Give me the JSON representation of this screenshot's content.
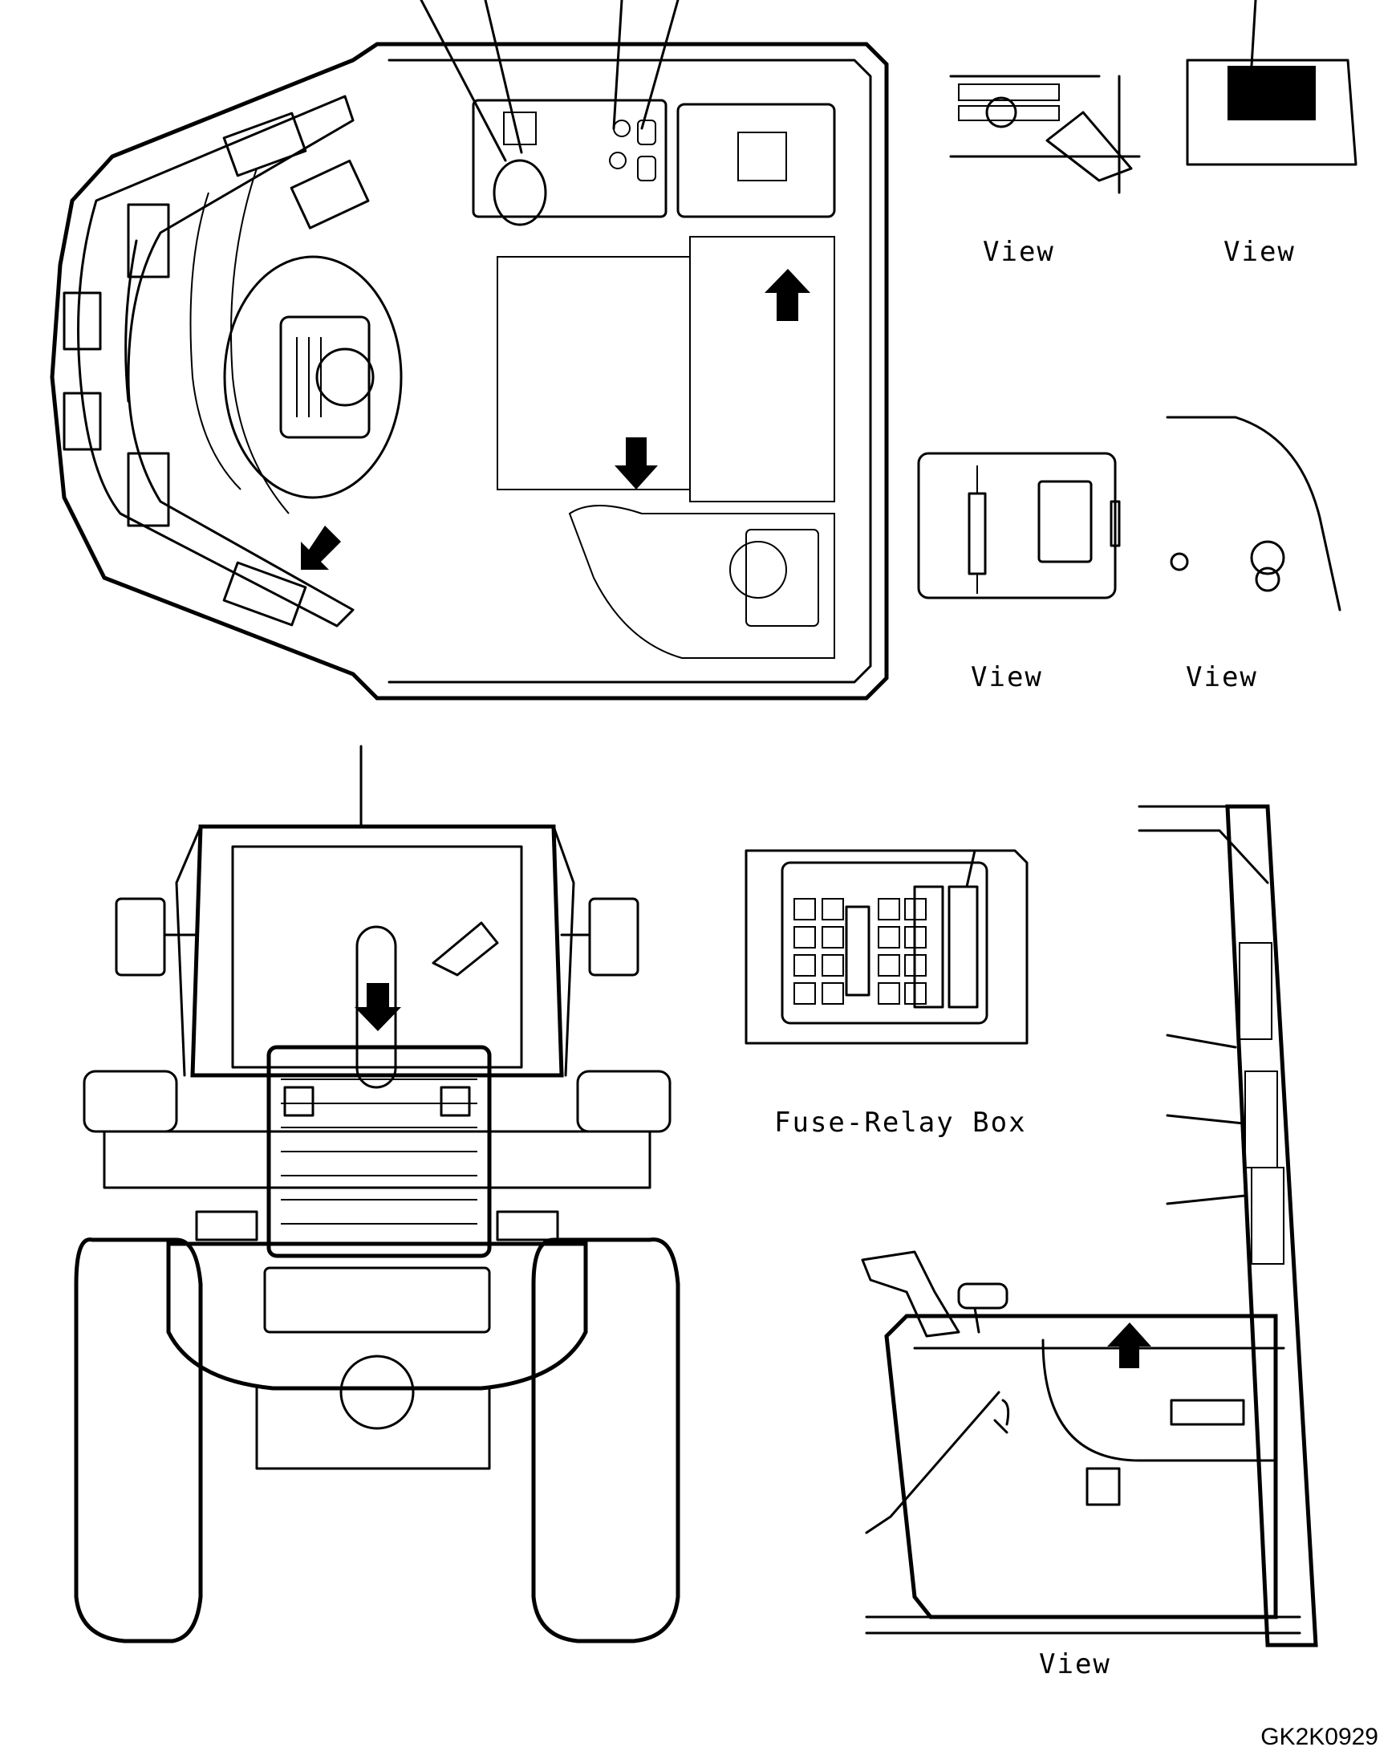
{
  "labels": {
    "view_1": "View",
    "view_2": "View",
    "view_3": "View",
    "view_4": "View",
    "view_5": "View",
    "fuse_relay_box": "Fuse-Relay Box"
  },
  "drawing_code": "GK2K0929",
  "colors": {
    "line": "#000000",
    "background": "#ffffff"
  }
}
